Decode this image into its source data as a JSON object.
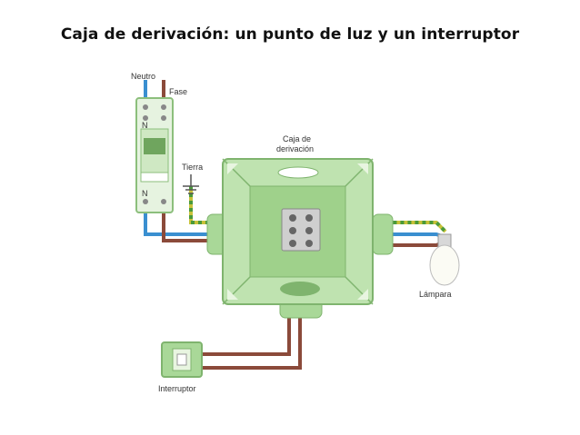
{
  "title": "Caja de derivación: un punto de luz y un interruptor",
  "labels": {
    "neutro": "Neutro",
    "fase": "Fase",
    "tierra": "Tierra",
    "caja_line1": "Caja de",
    "caja_line2": "derivación",
    "lampara": "Lámpara",
    "interruptor": "Interruptor",
    "breaker_top": "N",
    "breaker_bottom": "N"
  },
  "colors": {
    "neutral_wire": "#3a8fd0",
    "phase_wire": "#8b4a3a",
    "earth_wire": "#c8c23a",
    "box_fill": "#bfe3b0",
    "box_stroke": "#7fb46e"
  }
}
